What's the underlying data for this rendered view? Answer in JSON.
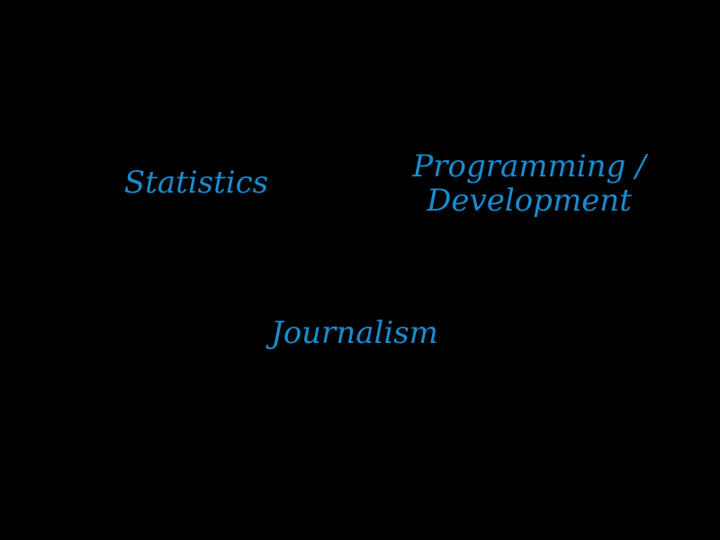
{
  "diagram": {
    "label_color": "#1a8ccf",
    "background_color": "#000000",
    "labels": {
      "statistics": "Statistics",
      "programming_line1": "Programming /",
      "programming_line2": "Development",
      "journalism": "Journalism"
    }
  }
}
